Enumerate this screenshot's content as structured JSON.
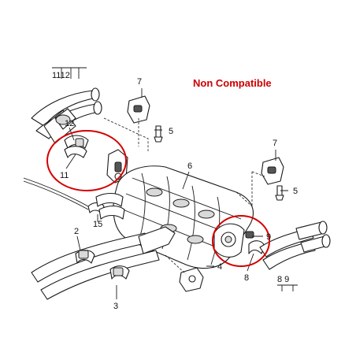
{
  "notice": {
    "text": "Non Compatible",
    "color": "#cc0000"
  },
  "highlight_color": "#d40000",
  "callouts": {
    "c1112": "1112",
    "c7a": "7",
    "c5a": "5",
    "c12": "12",
    "c11": "11",
    "c6": "6",
    "c7b": "7",
    "c5b": "5",
    "c15": "15",
    "c2": "2",
    "c9a": "9",
    "c8a": "8",
    "c4": "4",
    "c3": "3",
    "c89": "8 9"
  }
}
